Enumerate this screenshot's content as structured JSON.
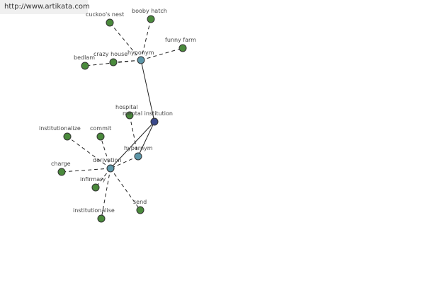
{
  "watermark": "http://www.artikata.com",
  "colors": {
    "root": "#3b4a8c",
    "connector": "#5c96a8",
    "leaf": "#4a8a3c"
  },
  "nodes": [
    {
      "id": "mental-institution",
      "label": "mental institution",
      "kind": "root"
    },
    {
      "id": "hyponym",
      "label": "hyponym",
      "kind": "connector"
    },
    {
      "id": "hypernym",
      "label": "hypernym",
      "kind": "connector"
    },
    {
      "id": "derivation",
      "label": "derivation",
      "kind": "connector"
    },
    {
      "id": "cuckoos-nest",
      "label": "cuckoo's nest",
      "kind": "leaf"
    },
    {
      "id": "booby-hatch",
      "label": "booby hatch",
      "kind": "leaf"
    },
    {
      "id": "funny-farm",
      "label": "funny farm",
      "kind": "leaf"
    },
    {
      "id": "crazy-house",
      "label": "crazy house",
      "kind": "leaf"
    },
    {
      "id": "bedlam",
      "label": "bedlam",
      "kind": "leaf"
    },
    {
      "id": "hospital",
      "label": "hospital",
      "kind": "leaf"
    },
    {
      "id": "institutionalize",
      "label": "institutionalize",
      "kind": "leaf"
    },
    {
      "id": "commit",
      "label": "commit",
      "kind": "leaf"
    },
    {
      "id": "charge",
      "label": "charge",
      "kind": "leaf"
    },
    {
      "id": "infirmary",
      "label": "infirmary",
      "kind": "leaf"
    },
    {
      "id": "institutionalise",
      "label": "institutionalise",
      "kind": "leaf"
    },
    {
      "id": "send",
      "label": "send",
      "kind": "leaf"
    }
  ],
  "edges": [
    {
      "from": "mental-institution",
      "to": "hyponym",
      "style": "solid"
    },
    {
      "from": "mental-institution",
      "to": "hypernym",
      "style": "solid"
    },
    {
      "from": "mental-institution",
      "to": "derivation",
      "style": "solid"
    },
    {
      "from": "hyponym",
      "to": "cuckoos-nest",
      "style": "dashed"
    },
    {
      "from": "hyponym",
      "to": "booby-hatch",
      "style": "dashed"
    },
    {
      "from": "hyponym",
      "to": "funny-farm",
      "style": "dashed"
    },
    {
      "from": "hyponym",
      "to": "crazy-house",
      "style": "dashed"
    },
    {
      "from": "hyponym",
      "to": "bedlam",
      "style": "dashed"
    },
    {
      "from": "hypernym",
      "to": "hospital",
      "style": "dashed"
    },
    {
      "from": "hypernym",
      "to": "derivation",
      "style": "dashed"
    },
    {
      "from": "derivation",
      "to": "institutionalize",
      "style": "dashed"
    },
    {
      "from": "derivation",
      "to": "commit",
      "style": "dashed"
    },
    {
      "from": "derivation",
      "to": "charge",
      "style": "dashed"
    },
    {
      "from": "derivation",
      "to": "infirmary",
      "style": "dashed"
    },
    {
      "from": "derivation",
      "to": "institutionalise",
      "style": "dashed"
    },
    {
      "from": "derivation",
      "to": "send",
      "style": "dashed"
    }
  ]
}
